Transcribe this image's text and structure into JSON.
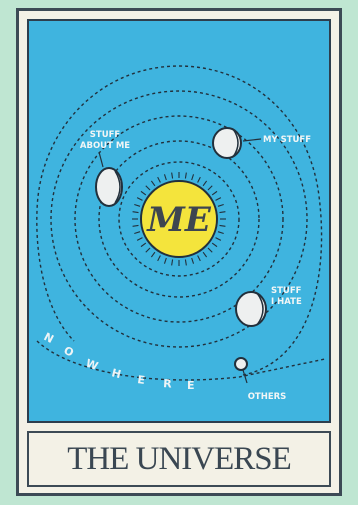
{
  "diagram": {
    "center_label": "ME",
    "planets": {
      "stuff_about_me": "STUFF ABOUT ME",
      "my_stuff": "MY STUFF",
      "stuff_i_hate": "STUFF I HATE",
      "others": "OTHERS"
    },
    "outer_region": [
      "N",
      "O",
      "W",
      "H",
      "E",
      "R",
      "E"
    ],
    "title": "THE UNIVERSE"
  },
  "colors": {
    "background": "#bfe6d2",
    "panel": "#3fb4df",
    "sun": "#f4e43c",
    "ink": "#3a4752"
  }
}
